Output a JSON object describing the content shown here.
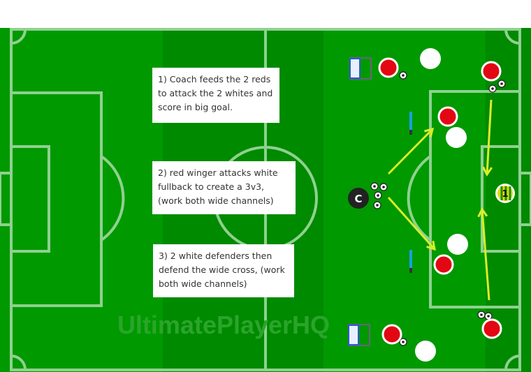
{
  "notes": [
    "1) Coach feeds the 2 reds to attack the 2 whites and score in big goal.",
    "2) red winger attacks white fullback to create a 3v3, (work both wide channels)",
    "3) 2 white defenders then defend the wide cross, (work both wide channels)"
  ],
  "watermark": "UltimatePlayerHQ",
  "coach_label": "C",
  "keeper_number": "1",
  "colors": {
    "pitch": "#009900",
    "pitch_dark": "#008a00",
    "lines": "#8fd18f",
    "red_player": "#e30613",
    "white_player": "#ffffff",
    "arrow": "#d8ee2a"
  }
}
